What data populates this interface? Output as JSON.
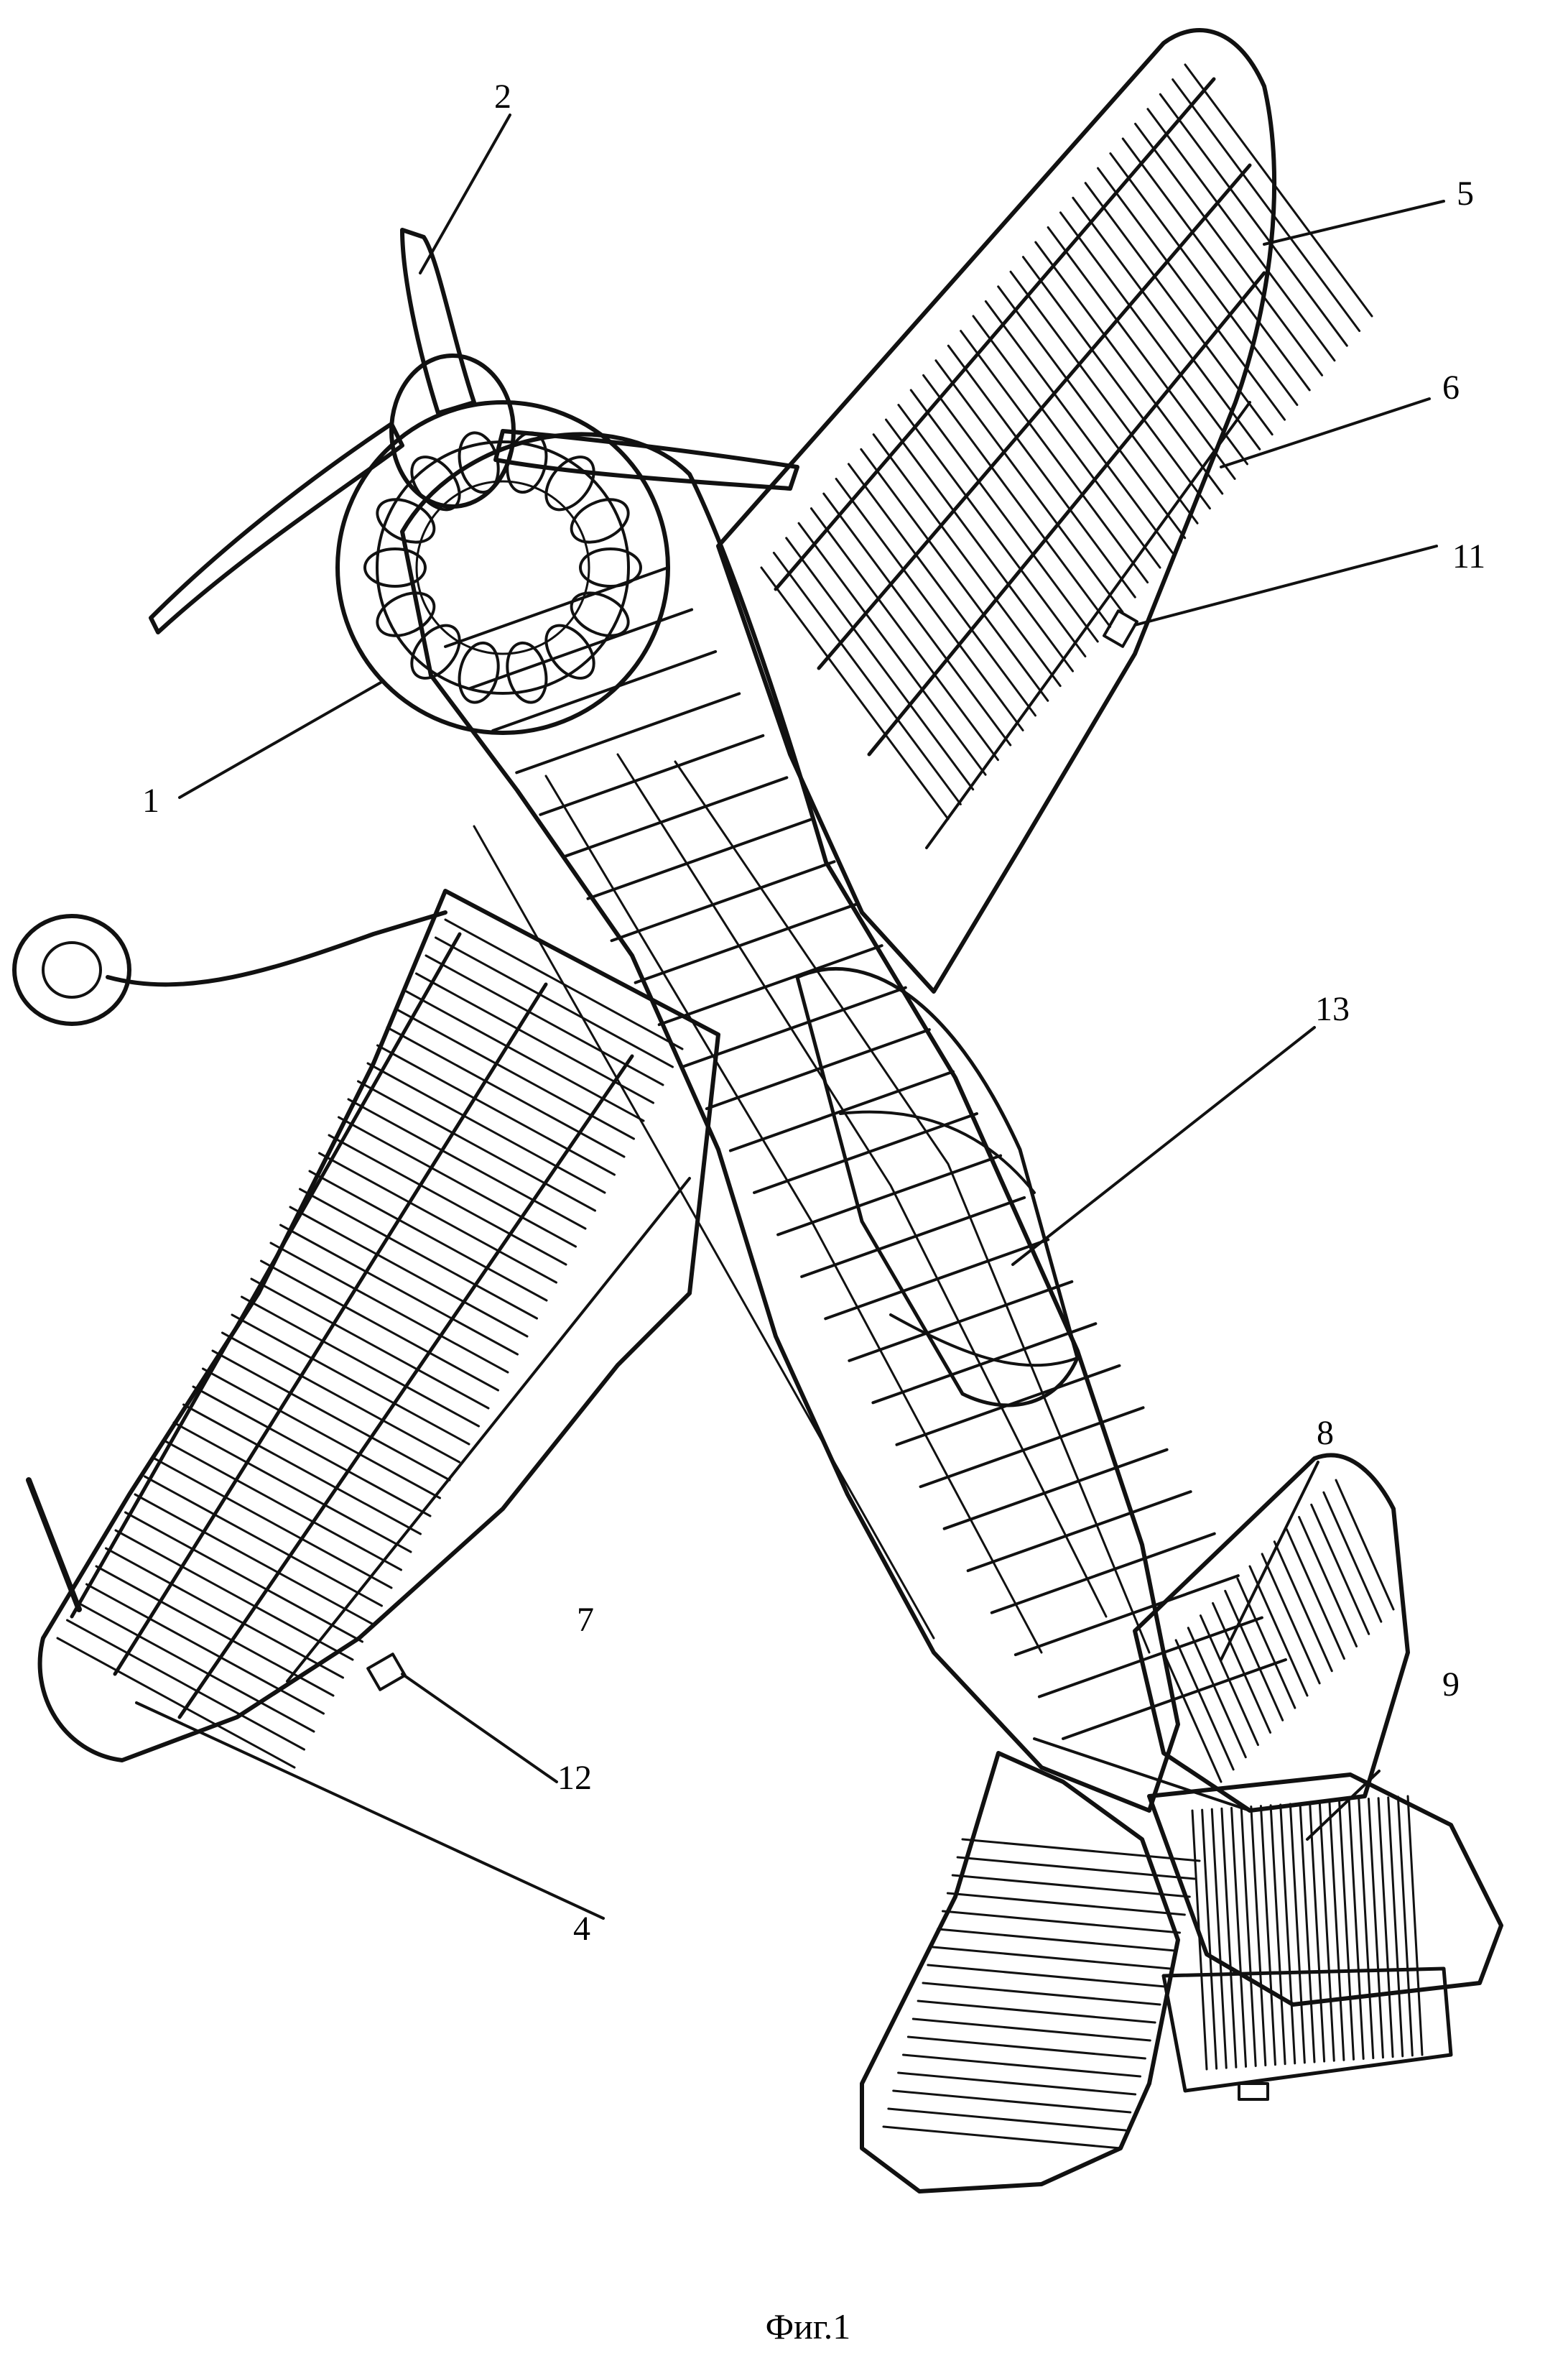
{
  "figure": {
    "caption": "Фиг.1",
    "callouts": [
      {
        "id": "c1",
        "label": "1"
      },
      {
        "id": "c2",
        "label": "2"
      },
      {
        "id": "c4",
        "label": "4"
      },
      {
        "id": "c5",
        "label": "5"
      },
      {
        "id": "c6",
        "label": "6"
      },
      {
        "id": "c7",
        "label": "7"
      },
      {
        "id": "c8",
        "label": "8"
      },
      {
        "id": "c9",
        "label": "9"
      },
      {
        "id": "c11",
        "label": "11"
      },
      {
        "id": "c12",
        "label": "12"
      },
      {
        "id": "c13",
        "label": "13"
      }
    ]
  }
}
